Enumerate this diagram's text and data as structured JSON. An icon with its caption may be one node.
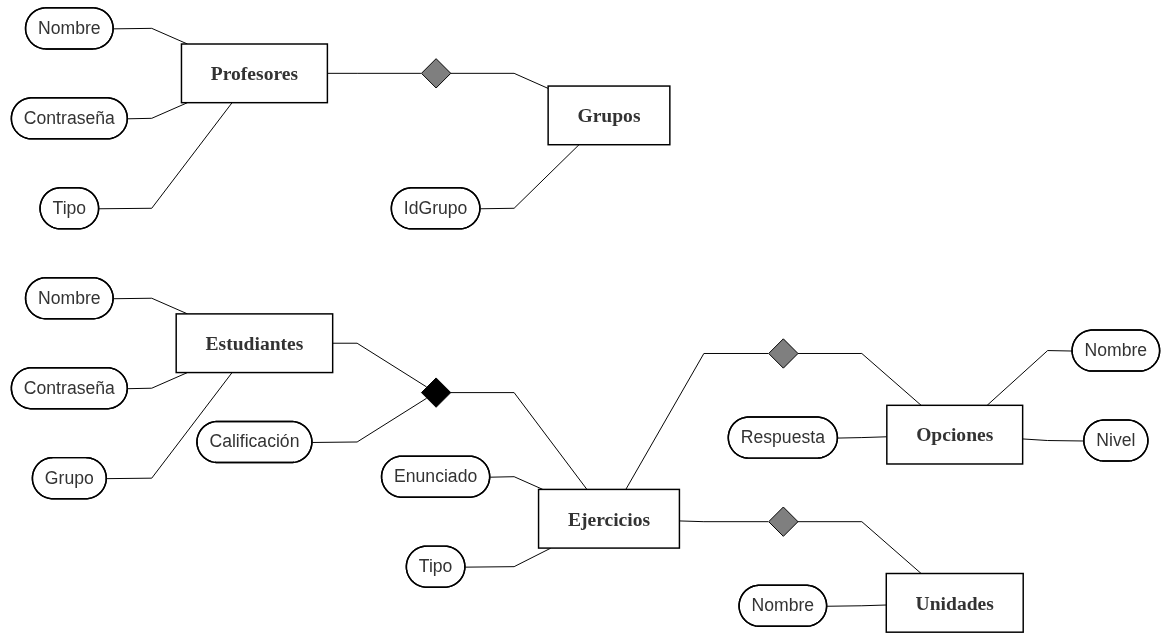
{
  "diagram": {
    "nodes": [
      {
        "text": [
          "Nombre"
        ]
      },
      {
        "text": [
          "Contraseña"
        ]
      },
      {
        "text": [
          "IdGrupo"
        ]
      },
      {
        "text": [
          "Tipo"
        ]
      },
      {
        "text": [
          "Profesores"
        ]
      },
      {
        "text": [],
        "shape": "diamond"
      },
      {
        "text": [
          "Grupos"
        ]
      },
      {
        "text": [
          "Enunciado"
        ]
      },
      {
        "text": [
          "Tipo"
        ]
      },
      {
        "text": [
          "Respuesta"
        ]
      },
      {
        "text": [
          "Nombre"
        ]
      },
      {
        "text": [
          "Contraseña"
        ]
      },
      {
        "text": [
          "Calificación"
        ]
      },
      {
        "text": [
          "Estudiantes"
        ]
      },
      {
        "text": [],
        "shape": "diamond"
      },
      {
        "text": [
          "Ejercicios"
        ]
      },
      {
        "text": [],
        "shape": "diamond"
      },
      {
        "text": [
          "Opciones"
        ]
      },
      {
        "text": [],
        "shape": "diamond"
      },
      {
        "text": [
          "Nombre"
        ]
      },
      {
        "text": [
          "Nivel"
        ]
      },
      {
        "text": [
          "Grupo"
        ]
      },
      {
        "text": [
          "Nombre"
        ]
      },
      {
        "text": [
          "Unidades"
        ]
      }
    ],
    "edges": [
      {
        "from": 0,
        "to": 4,
        "arrow": "none"
      },
      {
        "from": 1,
        "to": 4,
        "arrow": "none"
      },
      {
        "from": 3,
        "to": 4,
        "arrow": "none"
      },
      {
        "from": 4,
        "to": 5,
        "arrow": "none"
      },
      {
        "from": 5,
        "to": 6,
        "arrow": "none"
      },
      {
        "from": 2,
        "to": 6,
        "arrow": "none"
      },
      {
        "from": 10,
        "to": 13,
        "arrow": "none"
      },
      {
        "from": 11,
        "to": 13,
        "arrow": "none"
      },
      {
        "from": 21,
        "to": 13,
        "arrow": "none"
      },
      {
        "from": 13,
        "to": 14,
        "arrow": "none"
      },
      {
        "from": 14,
        "to": 15,
        "arrow": "none"
      },
      {
        "from": 12,
        "to": 14,
        "arrow": "none"
      },
      {
        "from": 7,
        "to": 15,
        "arrow": "none"
      },
      {
        "from": 8,
        "to": 15,
        "arrow": "none"
      },
      {
        "from": 15,
        "to": 16,
        "arrow": "none"
      },
      {
        "from": 16,
        "to": 17,
        "arrow": "none"
      },
      {
        "from": 9,
        "to": 17,
        "arrow": "none"
      },
      {
        "from": 17,
        "to": 19,
        "arrow": "none"
      },
      {
        "from": 17,
        "to": 20,
        "arrow": "none"
      },
      {
        "from": 15,
        "to": 18,
        "arrow": "none"
      },
      {
        "from": 18,
        "to": 23,
        "arrow": "none"
      },
      {
        "from": 22,
        "to": 23,
        "arrow": "none"
      }
    ]
  }
}
